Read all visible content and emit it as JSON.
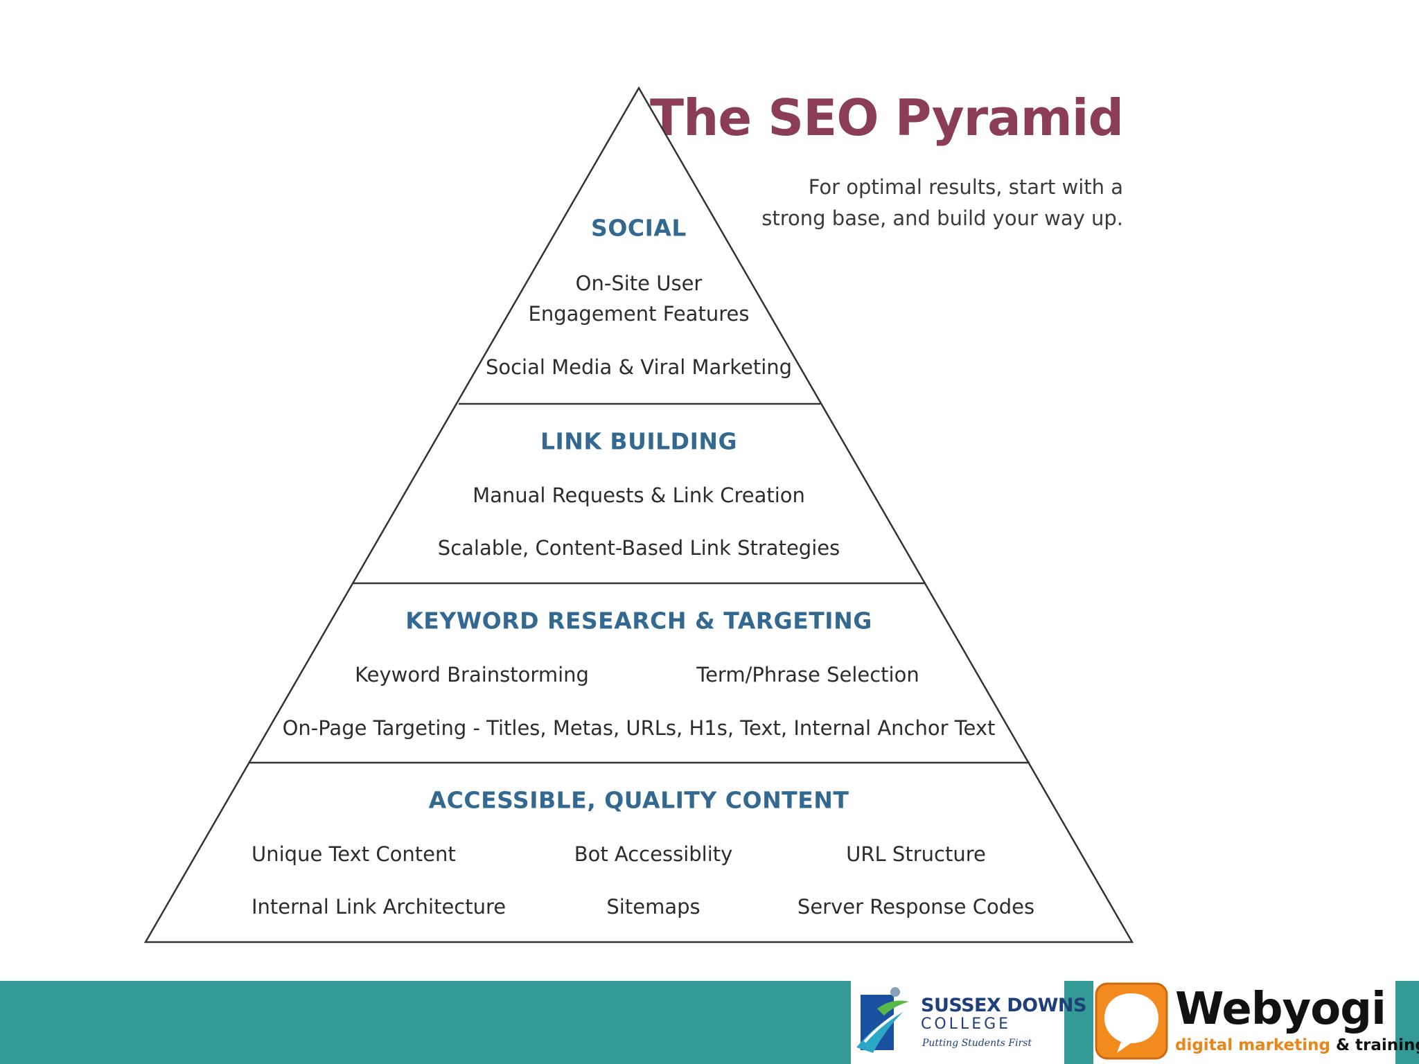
{
  "title": "The SEO Pyramid",
  "subtitle": [
    "For optimal results, start with a",
    "strong base, and build your way up."
  ],
  "pyramid": {
    "tiers": [
      {
        "heading": "SOCIAL",
        "items": [
          "On-Site User",
          "Engagement Features",
          "Social Media & Viral Marketing"
        ]
      },
      {
        "heading": "LINK BUILDING",
        "items": [
          "Manual Requests & Link Creation",
          "Scalable, Content-Based Link Strategies"
        ]
      },
      {
        "heading": "KEYWORD RESEARCH & TARGETING",
        "items": [
          "Keyword Brainstorming",
          "Term/Phrase Selection",
          "On-Page Targeting - Titles, Metas, URLs, H1s, Text, Internal Anchor Text"
        ]
      },
      {
        "heading": "ACCESSIBLE, QUALITY CONTENT",
        "items": [
          "Unique Text Content",
          "Bot Accessiblity",
          "URL Structure",
          "Internal Link Architecture",
          "Sitemaps",
          "Server Response Codes"
        ]
      }
    ]
  },
  "footer": {
    "color": "#339a96",
    "logo_sussex": {
      "name": "SUSSEX DOWNS",
      "sub": "COLLEGE",
      "tagline": "Putting Students First"
    },
    "logo_webyogi": {
      "name": "Webyogi",
      "tag_part1": "digital marketing",
      "tag_part2": "& training"
    }
  },
  "colors": {
    "title": "#8b3d57",
    "heading": "#336990",
    "text": "#2c2c2c",
    "outline": "#333333"
  }
}
